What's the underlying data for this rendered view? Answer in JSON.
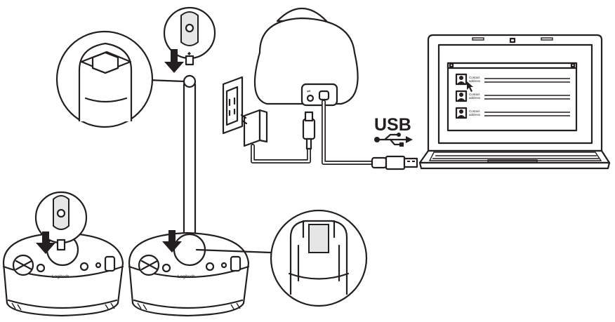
{
  "labels": {
    "usb": "USB",
    "brand_left": "Logitech",
    "brand_right": "Logitech",
    "contact_line1": "Contact",
    "contact_line2": "address"
  },
  "icons": [
    "usb-trident-icon",
    "arrow-down-icon",
    "power-outlet-icon",
    "power-adapter-icon",
    "usb-connector-icon",
    "contact-avatar-icon"
  ],
  "colors": {
    "ink": "#231f20",
    "background": "#ffffff",
    "fill_gray": "#e6e6e6"
  }
}
